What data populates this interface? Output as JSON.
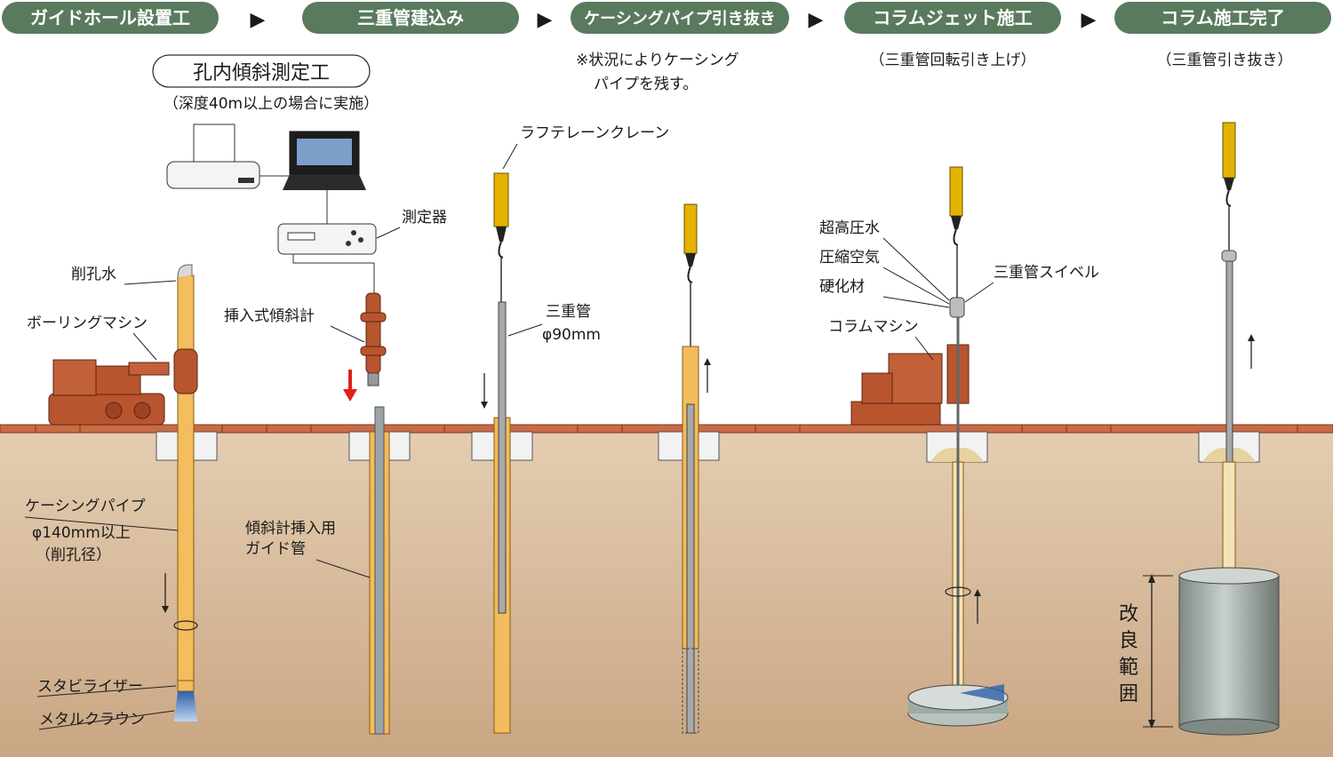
{
  "steps": [
    {
      "label": "ガイドホール設置工"
    },
    {
      "label": "三重管建込み"
    },
    {
      "label": "ケーシングパイプ引き抜き"
    },
    {
      "label": "コラムジェット施工"
    },
    {
      "label": "コラム施工完了"
    }
  ],
  "arrow_glyph": "▶",
  "inclinometer": {
    "title": "孔内傾斜測定工",
    "note": "（深度40m以上の場合に実施）",
    "meter_label": "測定器",
    "probe_label": "挿入式傾斜計",
    "guide_label_1": "傾斜計挿入用",
    "guide_label_2": "ガイド管"
  },
  "step1": {
    "water_label": "削孔水",
    "machine_label": "ボーリングマシン",
    "casing_label": "ケーシングパイプ",
    "casing_dia": "φ140mm以上",
    "casing_note": "（削孔径）",
    "stabilizer_label": "スタビライザー",
    "crown_label": "メタルクラウン"
  },
  "step2": {
    "crane_label": "ラフテレーンクレーン",
    "pipe_label": "三重管",
    "pipe_dia": "φ90mm"
  },
  "step3": {
    "note_line1": "※状況によりケーシング",
    "note_line2": "パイプを残す。"
  },
  "step4": {
    "sub": "（三重管回転引き上げ）",
    "water": "超高圧水",
    "air": "圧縮空気",
    "hardener": "硬化材",
    "swivel": "三重管スイベル",
    "machine": "コラムマシン"
  },
  "step5": {
    "sub": "（三重管引き抜き）",
    "range_label": [
      "改",
      "良",
      "範",
      "囲"
    ]
  },
  "colors": {
    "pill": "#5a7a5e",
    "ground": "#d9bea0",
    "ground_line": "#b8552f",
    "machine": "#b8552f",
    "casing": "#f3bc5c",
    "crane": "#e4b300"
  }
}
